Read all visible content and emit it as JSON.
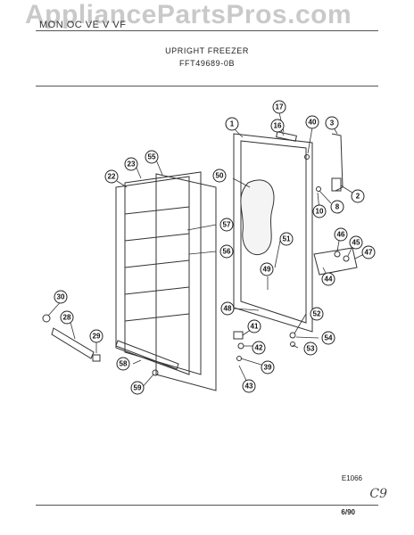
{
  "header": {
    "model_line": "MON  OC  VE  V  VF",
    "watermark": "AppliancePartsPros.com",
    "title": "UPRIGHT FREEZER",
    "model_number": "FFT49689-0B"
  },
  "footer": {
    "code": "E1066",
    "handwritten": "C9",
    "date": "6/90"
  },
  "callouts": [
    {
      "id": "c1",
      "label": "1"
    },
    {
      "id": "c2",
      "label": "2"
    },
    {
      "id": "c3",
      "label": "3"
    },
    {
      "id": "c8",
      "label": "8"
    },
    {
      "id": "c10",
      "label": "10"
    },
    {
      "id": "c16",
      "label": "16"
    },
    {
      "id": "c17",
      "label": "17"
    },
    {
      "id": "c22",
      "label": "22"
    },
    {
      "id": "c23",
      "label": "23"
    },
    {
      "id": "c28",
      "label": "28"
    },
    {
      "id": "c29",
      "label": "29"
    },
    {
      "id": "c30",
      "label": "30"
    },
    {
      "id": "c39",
      "label": "39"
    },
    {
      "id": "c40",
      "label": "40"
    },
    {
      "id": "c41",
      "label": "41"
    },
    {
      "id": "c42",
      "label": "42"
    },
    {
      "id": "c43",
      "label": "43"
    },
    {
      "id": "c44",
      "label": "44"
    },
    {
      "id": "c45",
      "label": "45"
    },
    {
      "id": "c46",
      "label": "46"
    },
    {
      "id": "c47",
      "label": "47"
    },
    {
      "id": "c48",
      "label": "48"
    },
    {
      "id": "c49",
      "label": "49"
    },
    {
      "id": "c50",
      "label": "50"
    },
    {
      "id": "c51",
      "label": "51"
    },
    {
      "id": "c52",
      "label": "52"
    },
    {
      "id": "c53",
      "label": "53"
    },
    {
      "id": "c54",
      "label": "54"
    },
    {
      "id": "c55",
      "label": "55"
    },
    {
      "id": "c56",
      "label": "56"
    },
    {
      "id": "c57",
      "label": "57"
    },
    {
      "id": "c58",
      "label": "58"
    },
    {
      "id": "c59",
      "label": "59"
    }
  ]
}
